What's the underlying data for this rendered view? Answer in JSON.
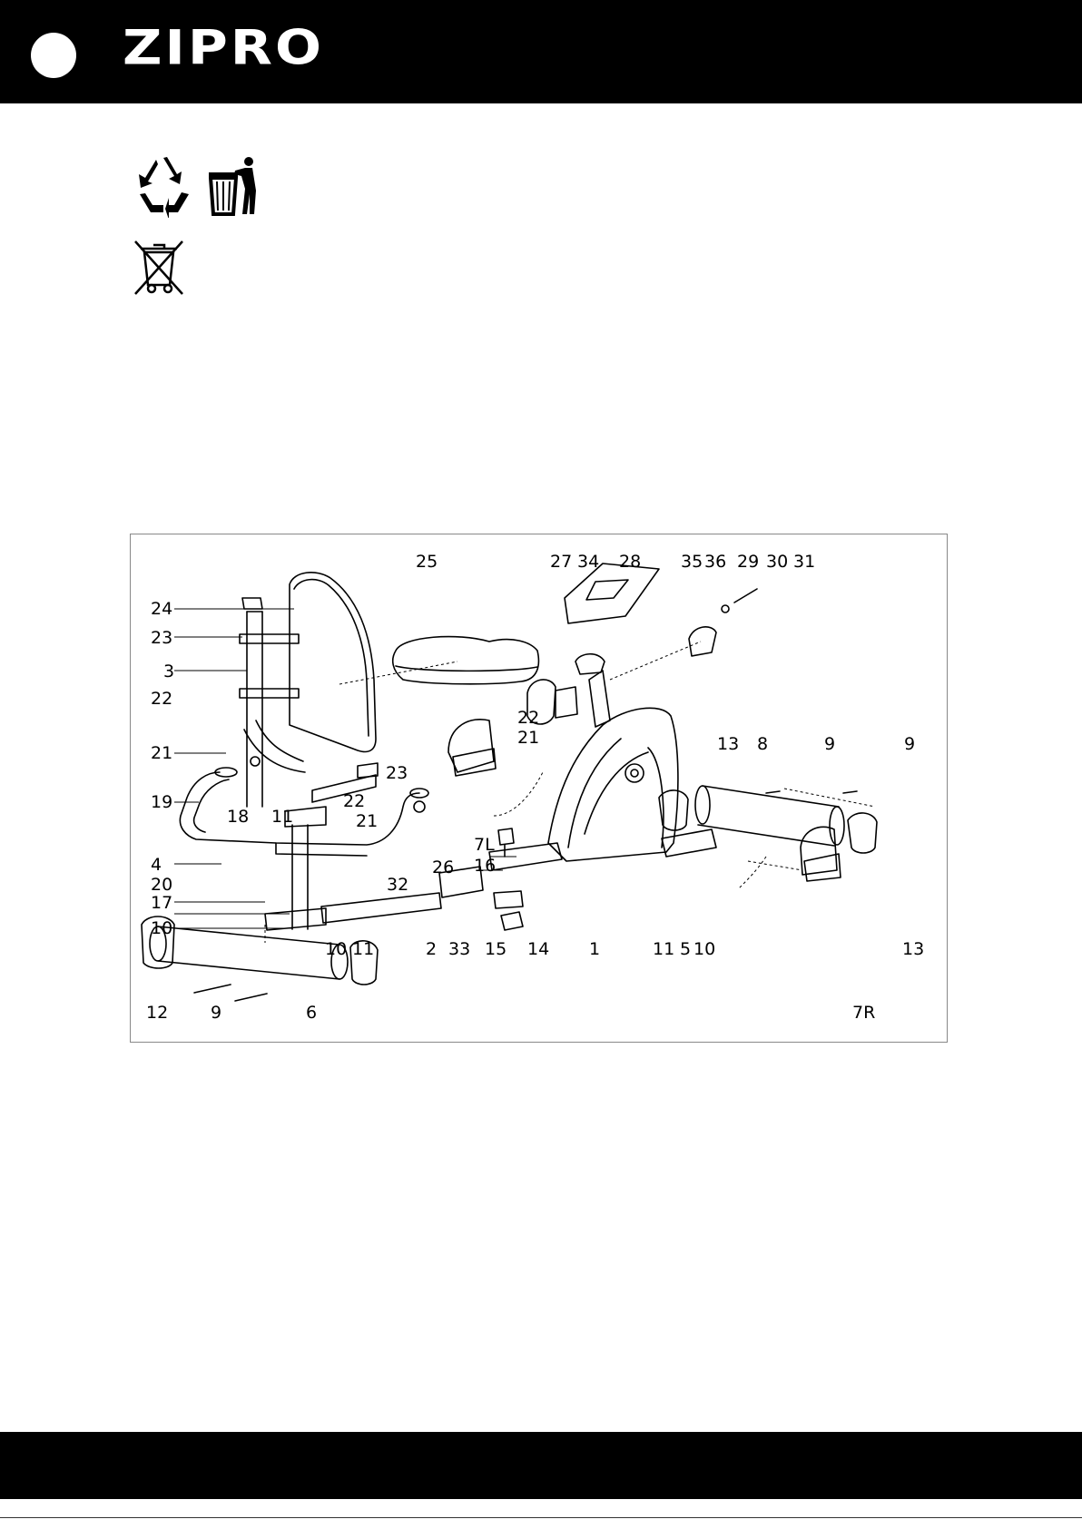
{
  "header": {
    "brand": "ZIPRO",
    "colors": {
      "bar": "#000000",
      "mark": "#ffffff"
    }
  },
  "disposal_icons": [
    "recycle-icon",
    "tidyman-bin-icon",
    "crossed-out-wheelie-bin-icon"
  ],
  "diagram": {
    "part_labels": {
      "l25": "25",
      "l27": "27",
      "l34": "34",
      "l28": "28",
      "l35": "35",
      "l36": "36",
      "l29": "29",
      "l30": "30",
      "l31": "31",
      "l24": "24",
      "l23a": "23",
      "l3": "3",
      "l22a": "22",
      "l21a": "21",
      "l22b": "22",
      "l21b": "21",
      "l23b": "23",
      "l13a": "13",
      "l8": "8",
      "l9a": "9",
      "l9b": "9",
      "l19": "19",
      "l18": "18",
      "l11a": "11",
      "l22c": "22",
      "l21c": "21",
      "l7L": "7L",
      "l26": "26",
      "l16": "16",
      "l4": "4",
      "l20": "20",
      "l32": "32",
      "l17": "17",
      "l10a": "10",
      "l10b": "10",
      "l11b": "11",
      "l2": "2",
      "l33": "33",
      "l15": "15",
      "l14": "14",
      "l1": "1",
      "l11c": "11",
      "l5": "5",
      "l10c": "10",
      "l13b": "13",
      "l12": "12",
      "l9c": "9",
      "l6": "6",
      "l7R": "7R"
    }
  }
}
